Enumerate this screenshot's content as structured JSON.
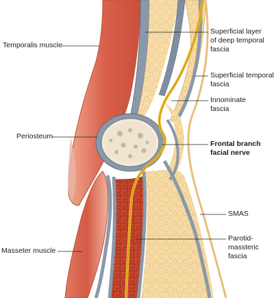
{
  "labels": {
    "temporalis": "Temporalis muscle",
    "periosteum": "Periosteum",
    "masseter": "Masseter muscle",
    "superficial_layer": "Superficial layer\nof deep temporal\nfascia",
    "superficial_temporal": "Superficial temporal\nfascia",
    "innominate": "Innominate\nfascia",
    "frontal_branch": "Frontal branch\nfacial nerve",
    "smas": "SMAS",
    "parotid": "Parotid-\nmassteric\nfascia"
  },
  "colors": {
    "muscle": "#d9604a",
    "muscle_light": "#e8927c",
    "fascia": "#8a98a8",
    "fat": "#f4d7a0",
    "nerve": "#f0b82a",
    "bone": "#efe4cf",
    "leader": "#222222"
  }
}
